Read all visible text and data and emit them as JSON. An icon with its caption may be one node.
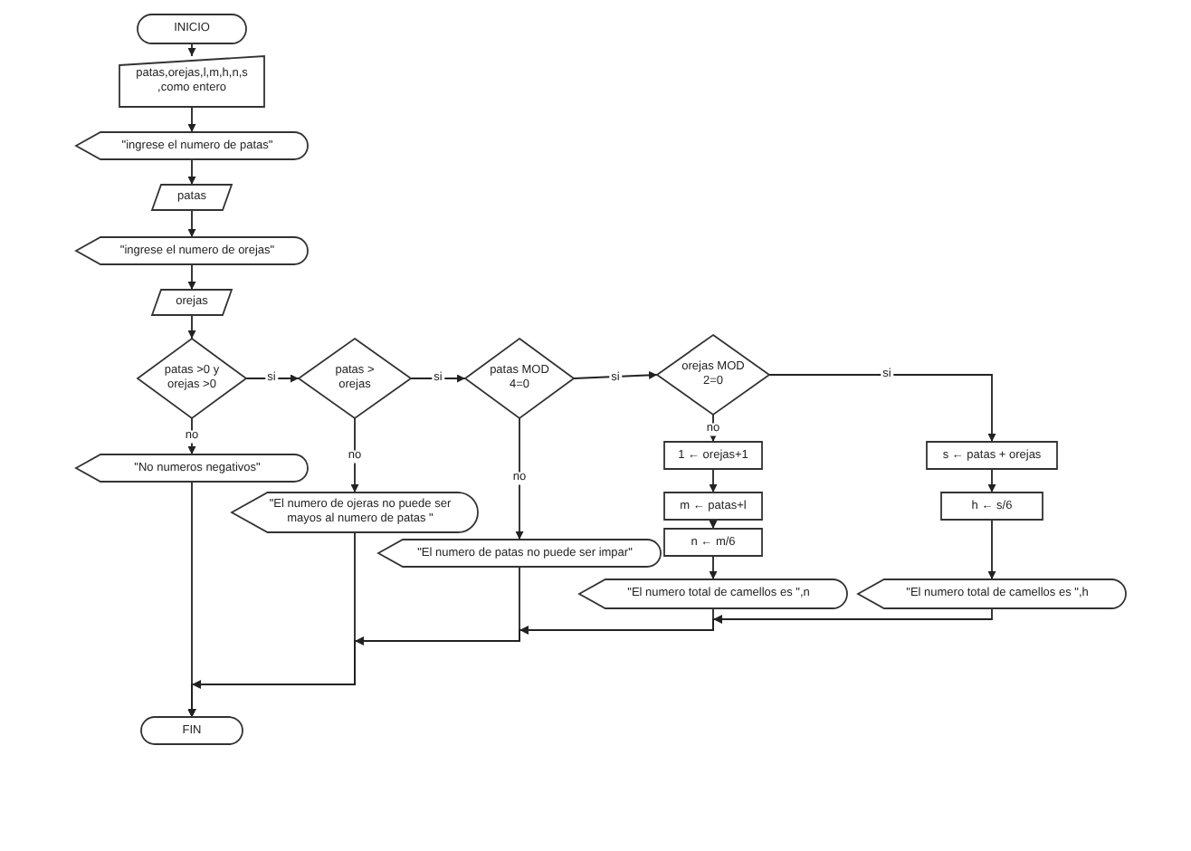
{
  "diagram": {
    "nodes": [
      {
        "text": [
          "INICIO"
        ]
      },
      {
        "text": [
          "patas,orejas,l,m,h,n,s ,como entero"
        ]
      },
      {
        "text": [
          "\"ingrese el numero de patas\""
        ]
      },
      {
        "text": [
          "patas"
        ]
      },
      {
        "text": [
          "\"ingrese el numero de orejas\""
        ]
      },
      {
        "text": [
          "orejas"
        ]
      },
      {
        "text": [
          "patas >0 y orejas >0"
        ]
      },
      {
        "text": [
          "patas > orejas"
        ]
      },
      {
        "text": [
          "patas MOD 4=0"
        ]
      },
      {
        "text": [
          "orejas MOD 2=0"
        ]
      },
      {
        "text": [
          "\"No numeros negativos\""
        ]
      },
      {
        "text": [
          "\"El numero de ojeras no puede ser mayos al numero de patas \""
        ]
      },
      {
        "text": [
          "\"El numero de patas no puede ser impar\""
        ]
      },
      {
        "text": [
          "1 ← orejas+1"
        ]
      },
      {
        "text": [
          "m ← patas+l"
        ]
      },
      {
        "text": [
          "n ← m/6"
        ]
      },
      {
        "text": [
          "\"El numero total de camellos es  \",n"
        ]
      },
      {
        "text": [
          "s ← patas + orejas"
        ]
      },
      {
        "text": [
          "h ← s/6"
        ]
      },
      {
        "text": [
          "\"El numero total de camellos es \",h"
        ]
      },
      {
        "text": [
          "FIN"
        ]
      }
    ],
    "edges": [
      {
        "from": 0,
        "to": 1,
        "arrow": "to"
      },
      {
        "from": 1,
        "to": 2,
        "arrow": "to"
      },
      {
        "from": 2,
        "to": 3,
        "arrow": "to"
      },
      {
        "from": 3,
        "to": 4,
        "arrow": "to"
      },
      {
        "from": 4,
        "to": 5,
        "arrow": "to"
      },
      {
        "from": 5,
        "to": 6,
        "arrow": "to"
      },
      {
        "from": 6,
        "to": 7,
        "arrow": "to",
        "label": "si"
      },
      {
        "from": 7,
        "to": 8,
        "arrow": "to",
        "label": "si"
      },
      {
        "from": 8,
        "to": 9,
        "arrow": "to",
        "label": "si"
      },
      {
        "from": 9,
        "to": 17,
        "arrow": "to",
        "label": "si"
      },
      {
        "from": 6,
        "to": 10,
        "arrow": "to",
        "label": "no"
      },
      {
        "from": 7,
        "to": 11,
        "arrow": "to",
        "label": "no"
      },
      {
        "from": 8,
        "to": 12,
        "arrow": "to",
        "label": "no"
      },
      {
        "from": 9,
        "to": 13,
        "arrow": "to",
        "label": "no"
      },
      {
        "from": 13,
        "to": 14,
        "arrow": "to"
      },
      {
        "from": 14,
        "to": 15,
        "arrow": "to"
      },
      {
        "from": 15,
        "to": 16,
        "arrow": "to"
      },
      {
        "from": 17,
        "to": 18,
        "arrow": "to"
      },
      {
        "from": 18,
        "to": 19,
        "arrow": "to"
      },
      {
        "from": 19,
        "to": 20,
        "arrow": "to"
      },
      {
        "from": 16,
        "to": 20,
        "arrow": "to"
      },
      {
        "from": 12,
        "to": 20,
        "arrow": "to"
      },
      {
        "from": 11,
        "to": 20,
        "arrow": "to"
      },
      {
        "from": 10,
        "to": 20,
        "arrow": "to"
      }
    ]
  }
}
